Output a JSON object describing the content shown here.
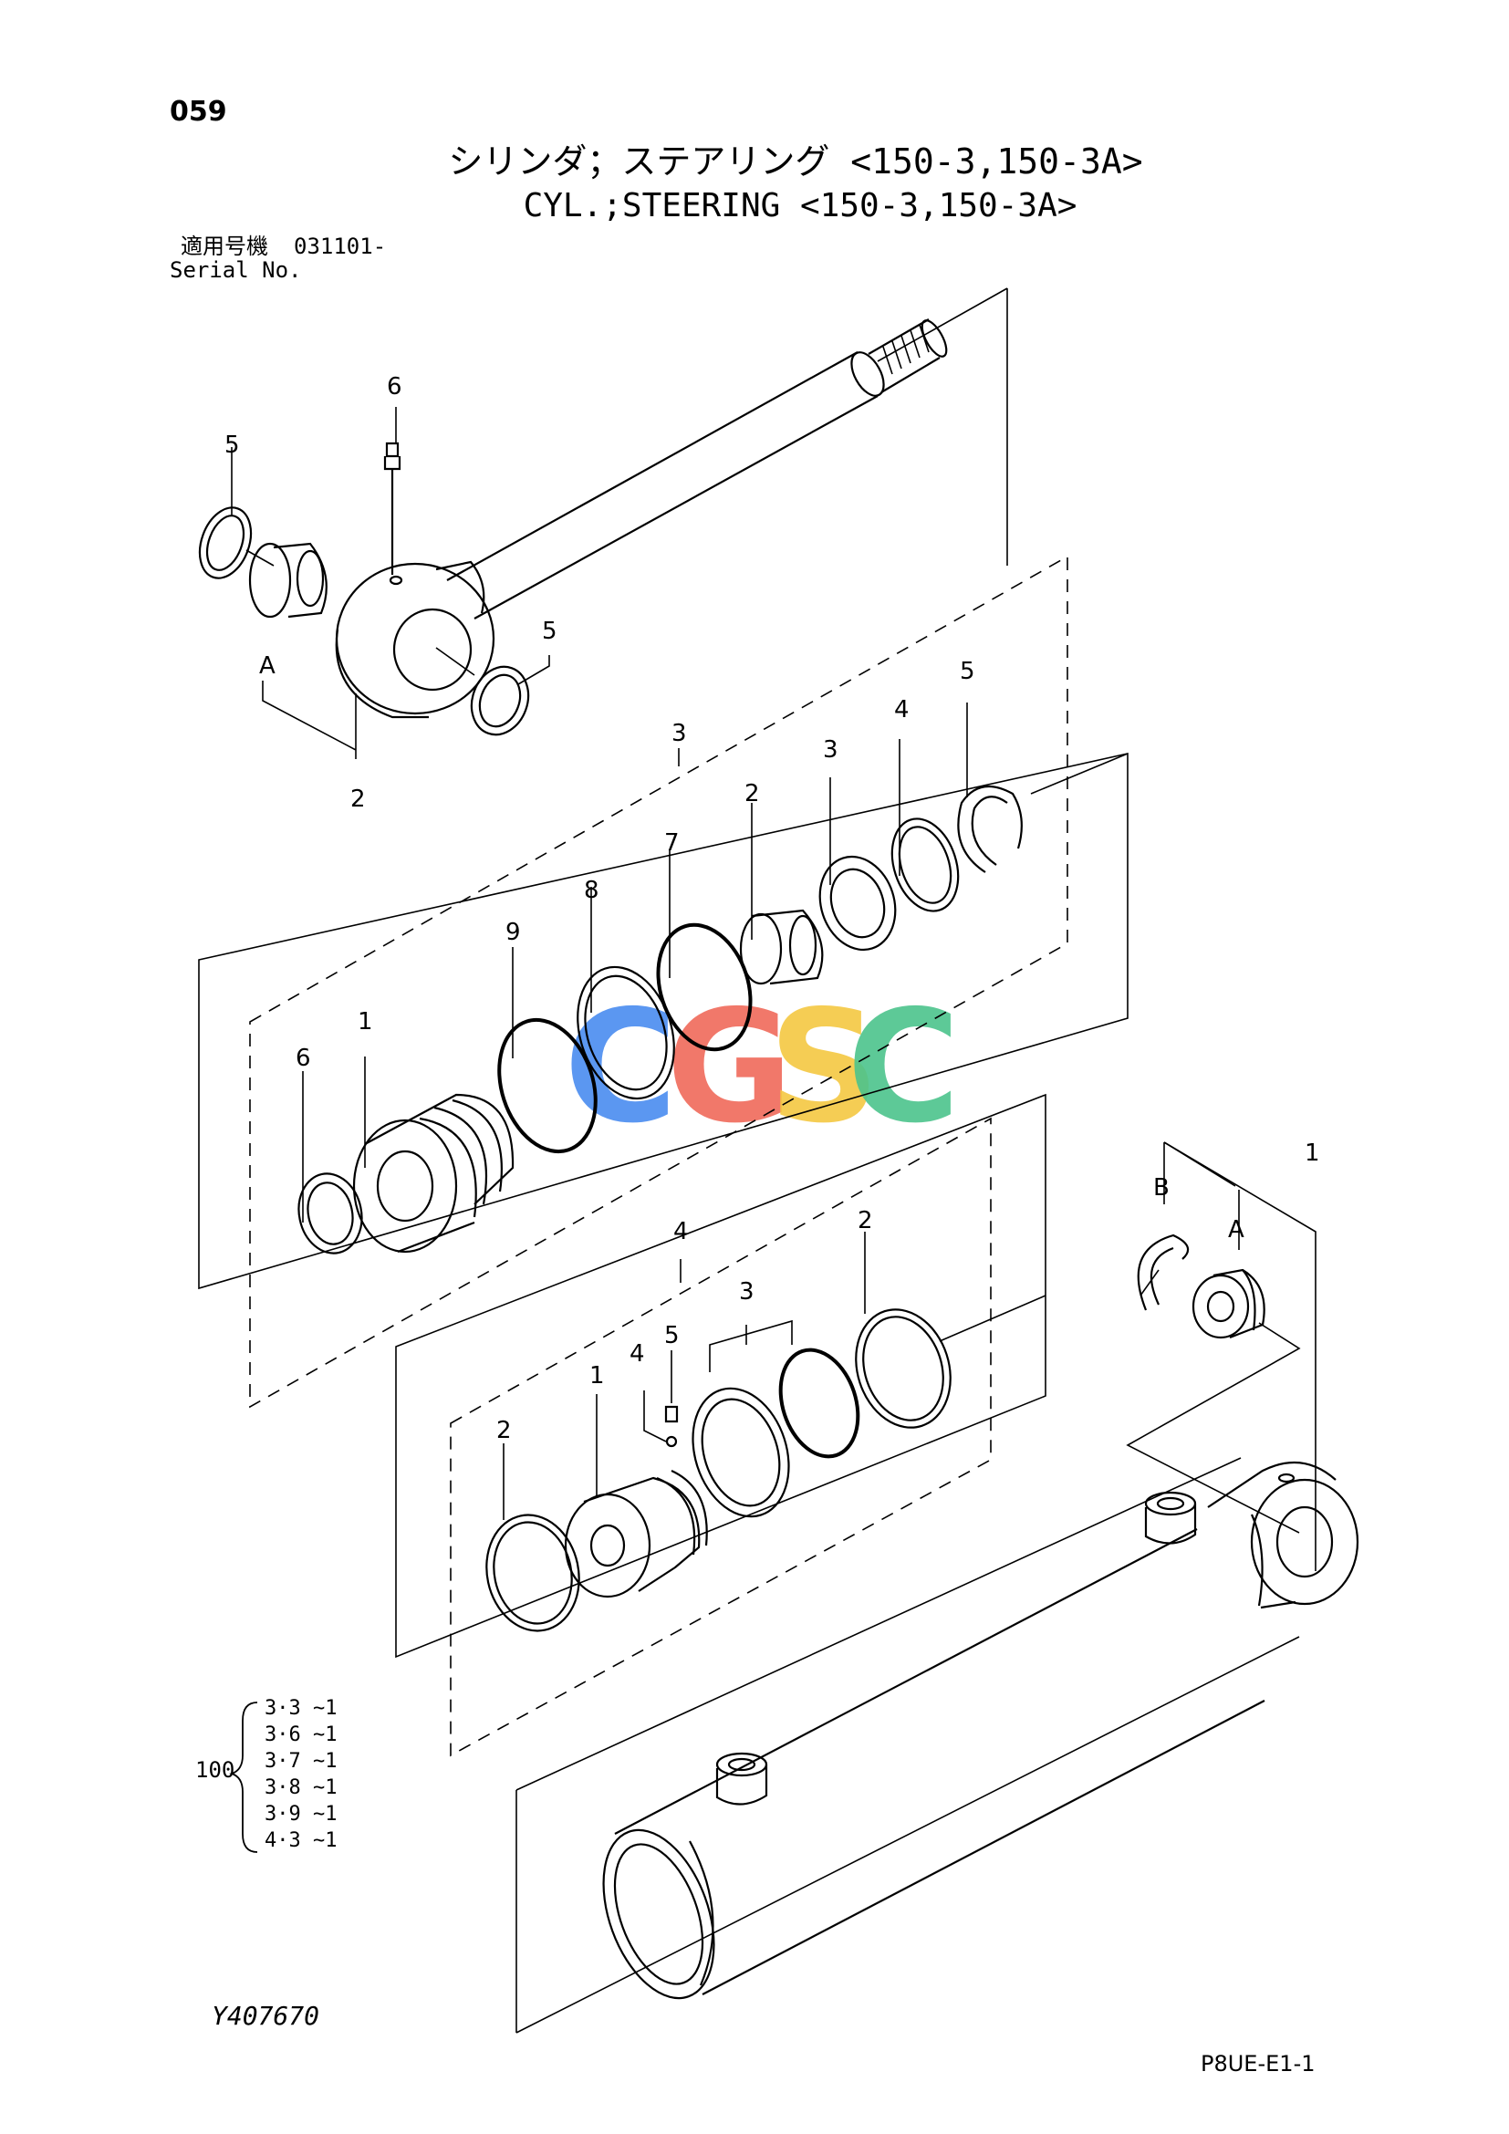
{
  "page_number": "059",
  "title_jp": "シリンダ；ステアリング <150-3,150-3A>",
  "title_en": "CYL.;STEERING <150-3,150-3A>",
  "serial": {
    "label_jp": "適用号機",
    "code": "031101-",
    "label_en": "Serial No."
  },
  "kit": {
    "number": "100",
    "items": [
      "3·3 ~1",
      "3·6 ~1",
      "3·7 ~1",
      "3·8 ~1",
      "3·9 ~1",
      "4·3 ~1"
    ]
  },
  "drawing_number": "Y407670",
  "sheet_code": "P8UE-E1-1",
  "watermark": {
    "letters": [
      "C",
      "G",
      "S",
      "C"
    ],
    "colors": [
      "#4a8cf0",
      "#f06a5a",
      "#f5c842",
      "#4cc48c"
    ]
  },
  "callouts": {
    "rod": {
      "grease": "6",
      "seal_left": "5",
      "seal_right": "5",
      "group_a": "A",
      "rod_number": "2"
    },
    "head": {
      "group": "3",
      "ring_5": "5",
      "ring_4": "4",
      "ring_3": "3",
      "bush_2": "2",
      "oring_7": "7",
      "ring_8": "8",
      "ring_9": "9",
      "gland_1": "1",
      "wiper_6": "6"
    },
    "piston": {
      "group": "4",
      "wear_2r": "2",
      "ring_3": "3",
      "fitting_5": "5",
      "ball_4": "4",
      "piston_1": "1",
      "wear_2l": "2"
    },
    "tube": {
      "tube_1": "1",
      "snap_b": "B",
      "bush_a": "A"
    }
  }
}
